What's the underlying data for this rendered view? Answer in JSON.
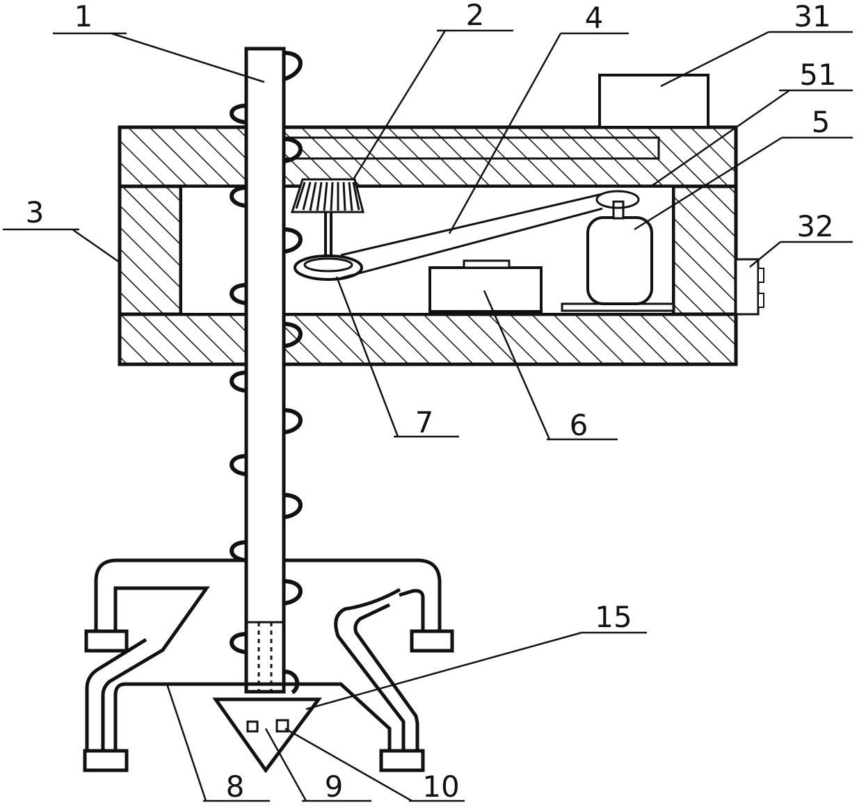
{
  "labels": {
    "l1": "1",
    "l2": "2",
    "l4": "4",
    "l31": "31",
    "l51": "51",
    "l5": "5",
    "l3": "3",
    "l32": "32",
    "l7": "7",
    "l6": "6",
    "l15": "15",
    "l8": "8",
    "l9": "9",
    "l10": "10"
  },
  "colors": {
    "ink": "#111111",
    "background": "#ffffff"
  }
}
